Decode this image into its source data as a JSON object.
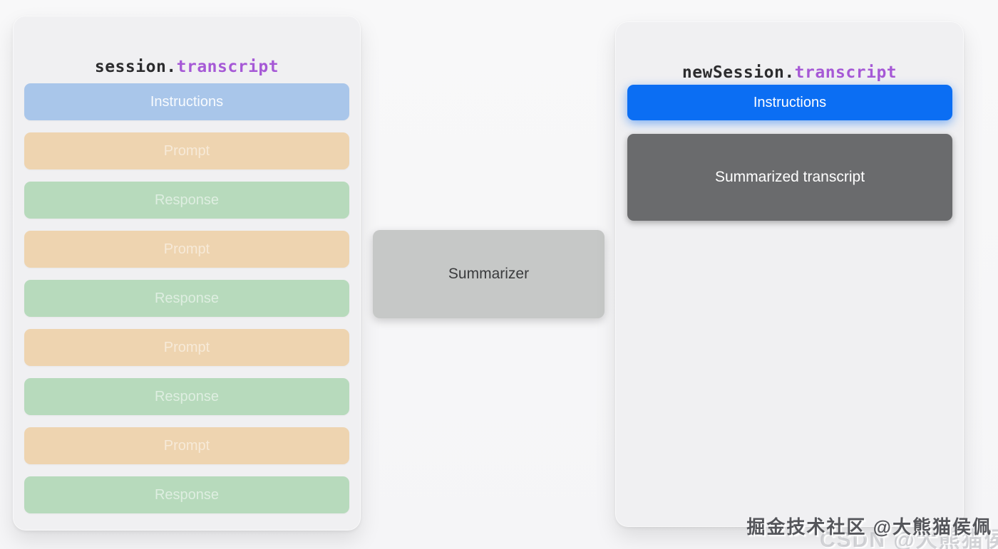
{
  "diagram": {
    "description_colors": {
      "page_background": "#f6f6f8",
      "card_background": "#f0f0f2",
      "muted_instructions_blue": "#a9c6ea",
      "prompt_tan": "#eed4b0",
      "response_green": "#b7dabc",
      "active_instructions_blue": "#0b6ef3",
      "summary_dark_gray": "#6a6b6d",
      "summarizer_gray": "#c6c8c7",
      "code_highlight_purple": "#a659d6",
      "code_dark": "#2c2c2e"
    }
  },
  "left_card": {
    "title": {
      "prefix": "session.",
      "highlight": "transcript"
    },
    "rows": [
      {
        "label": "Instructions",
        "type": "instructions"
      },
      {
        "label": "Prompt",
        "type": "prompt"
      },
      {
        "label": "Response",
        "type": "response"
      },
      {
        "label": "Prompt",
        "type": "prompt"
      },
      {
        "label": "Response",
        "type": "response"
      },
      {
        "label": "Prompt",
        "type": "prompt"
      },
      {
        "label": "Response",
        "type": "response"
      },
      {
        "label": "Prompt",
        "type": "prompt"
      },
      {
        "label": "Response",
        "type": "response"
      }
    ]
  },
  "summarizer": {
    "label": "Summarizer"
  },
  "right_card": {
    "title": {
      "prefix": "newSession.",
      "highlight": "transcript"
    },
    "rows": [
      {
        "label": "Instructions",
        "type": "instructions-active"
      },
      {
        "label": "Summarized transcript",
        "type": "summary"
      }
    ]
  },
  "watermark": {
    "primary": "掘金技术社区 @大熊猫侯佩",
    "ghost": "CSDN @大熊猫侯佩"
  }
}
